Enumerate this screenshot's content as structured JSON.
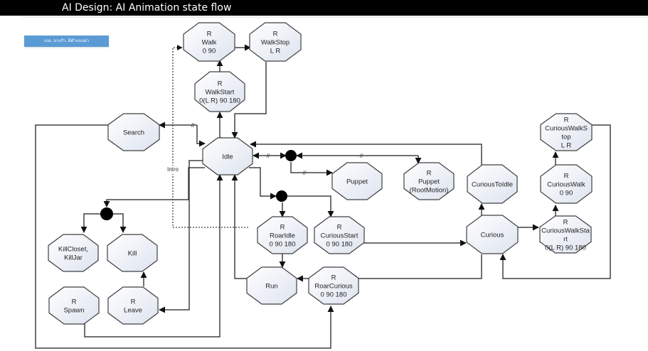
{
  "header": {
    "title": "AI Design: AI Animation state flow"
  },
  "tag": {
    "label": "เบล, นางรำ, ผีดำแบบฝา",
    "color": "#5b9bd5"
  },
  "diagram": {
    "title": "AI Animation state flow",
    "nodes": [
      {
        "id": "walk",
        "lines": [
          "R",
          "Walk",
          "0 90"
        ]
      },
      {
        "id": "walkstop",
        "lines": [
          "R",
          "WalkStop",
          "L R"
        ]
      },
      {
        "id": "walkstart",
        "lines": [
          "R",
          "WalkStart",
          "0(L R) 90 180"
        ]
      },
      {
        "id": "search",
        "lines": [
          "Search"
        ]
      },
      {
        "id": "idle",
        "lines": [
          "Idle"
        ]
      },
      {
        "id": "puppet",
        "lines": [
          "Puppet"
        ]
      },
      {
        "id": "puppet-rootmotion",
        "lines": [
          "R",
          "Puppet",
          "(RootMotion)"
        ]
      },
      {
        "id": "curioustoidle",
        "lines": [
          "CuriousToIdle"
        ]
      },
      {
        "id": "curiouswalkstop",
        "lines": [
          "R",
          "CuriousWalkS",
          "top",
          "L R"
        ]
      },
      {
        "id": "curiouswalk",
        "lines": [
          "R",
          "CuriousWalk",
          "0 90"
        ]
      },
      {
        "id": "curiouswalkstart",
        "lines": [
          "R",
          "CuriousWalkSta",
          "rt",
          "0(L R) 90 180"
        ]
      },
      {
        "id": "curious",
        "lines": [
          "Curious"
        ]
      },
      {
        "id": "roaridle",
        "lines": [
          "R",
          "RoarIdle",
          "0 90 180"
        ]
      },
      {
        "id": "curiousstart",
        "lines": [
          "R",
          "CuriousStart",
          "0 90 180"
        ]
      },
      {
        "id": "run",
        "lines": [
          "Run"
        ]
      },
      {
        "id": "roarcurious",
        "lines": [
          "R",
          "RoarCurious",
          "0 90 180"
        ]
      },
      {
        "id": "killcloset",
        "lines": [
          "KillCloset,",
          "KillJar"
        ]
      },
      {
        "id": "kill",
        "lines": [
          "Kill"
        ]
      },
      {
        "id": "spawn",
        "lines": [
          "R",
          "Spawn"
        ]
      },
      {
        "id": "leave",
        "lines": [
          "R",
          "Leave"
        ]
      }
    ],
    "edge_labels": {
      "intro": "Intro",
      "break": "//"
    },
    "edges": [
      {
        "from": "walkstart",
        "to": "walk"
      },
      {
        "from": "walk",
        "to": "walkstop"
      },
      {
        "from": "walkstop",
        "to": "idle"
      },
      {
        "from": "idle",
        "to": "walkstart"
      },
      {
        "from": "idle",
        "to": "search"
      },
      {
        "from": "search",
        "to": "idle"
      },
      {
        "from": "idle",
        "to": "junction-puppet"
      },
      {
        "from": "junction-puppet",
        "to": "puppet"
      },
      {
        "from": "puppet-rootmotion",
        "to": "junction-puppet"
      },
      {
        "from": "curioustoidle",
        "to": "idle"
      },
      {
        "from": "idle",
        "to": "junction-roar"
      },
      {
        "from": "junction-roar",
        "to": "roaridle"
      },
      {
        "from": "junction-roar",
        "to": "curiousstart"
      },
      {
        "from": "roaridle",
        "to": "run"
      },
      {
        "from": "curiousstart",
        "to": "curious"
      },
      {
        "from": "curious",
        "to": "curioustoidle"
      },
      {
        "from": "curious",
        "to": "curiouswalkstart"
      },
      {
        "from": "curiouswalkstart",
        "to": "curiouswalk"
      },
      {
        "from": "curiouswalk",
        "to": "curiouswalkstop"
      },
      {
        "from": "curiouswalkstop",
        "to": "curious"
      },
      {
        "from": "curious",
        "to": "roarcurious"
      },
      {
        "from": "roarcurious",
        "to": "run"
      },
      {
        "from": "run",
        "to": "idle"
      },
      {
        "from": "idle",
        "to": "junction-kill"
      },
      {
        "from": "junction-kill",
        "to": "killcloset"
      },
      {
        "from": "junction-kill",
        "to": "kill"
      },
      {
        "from": "leave",
        "to": "kill"
      },
      {
        "from": "idle",
        "to": "leave"
      },
      {
        "from": "spawn",
        "to": "idle"
      },
      {
        "from": "search",
        "to": "roarcurious"
      },
      {
        "from": "intro",
        "to": "walk",
        "style": "dotted"
      }
    ]
  }
}
